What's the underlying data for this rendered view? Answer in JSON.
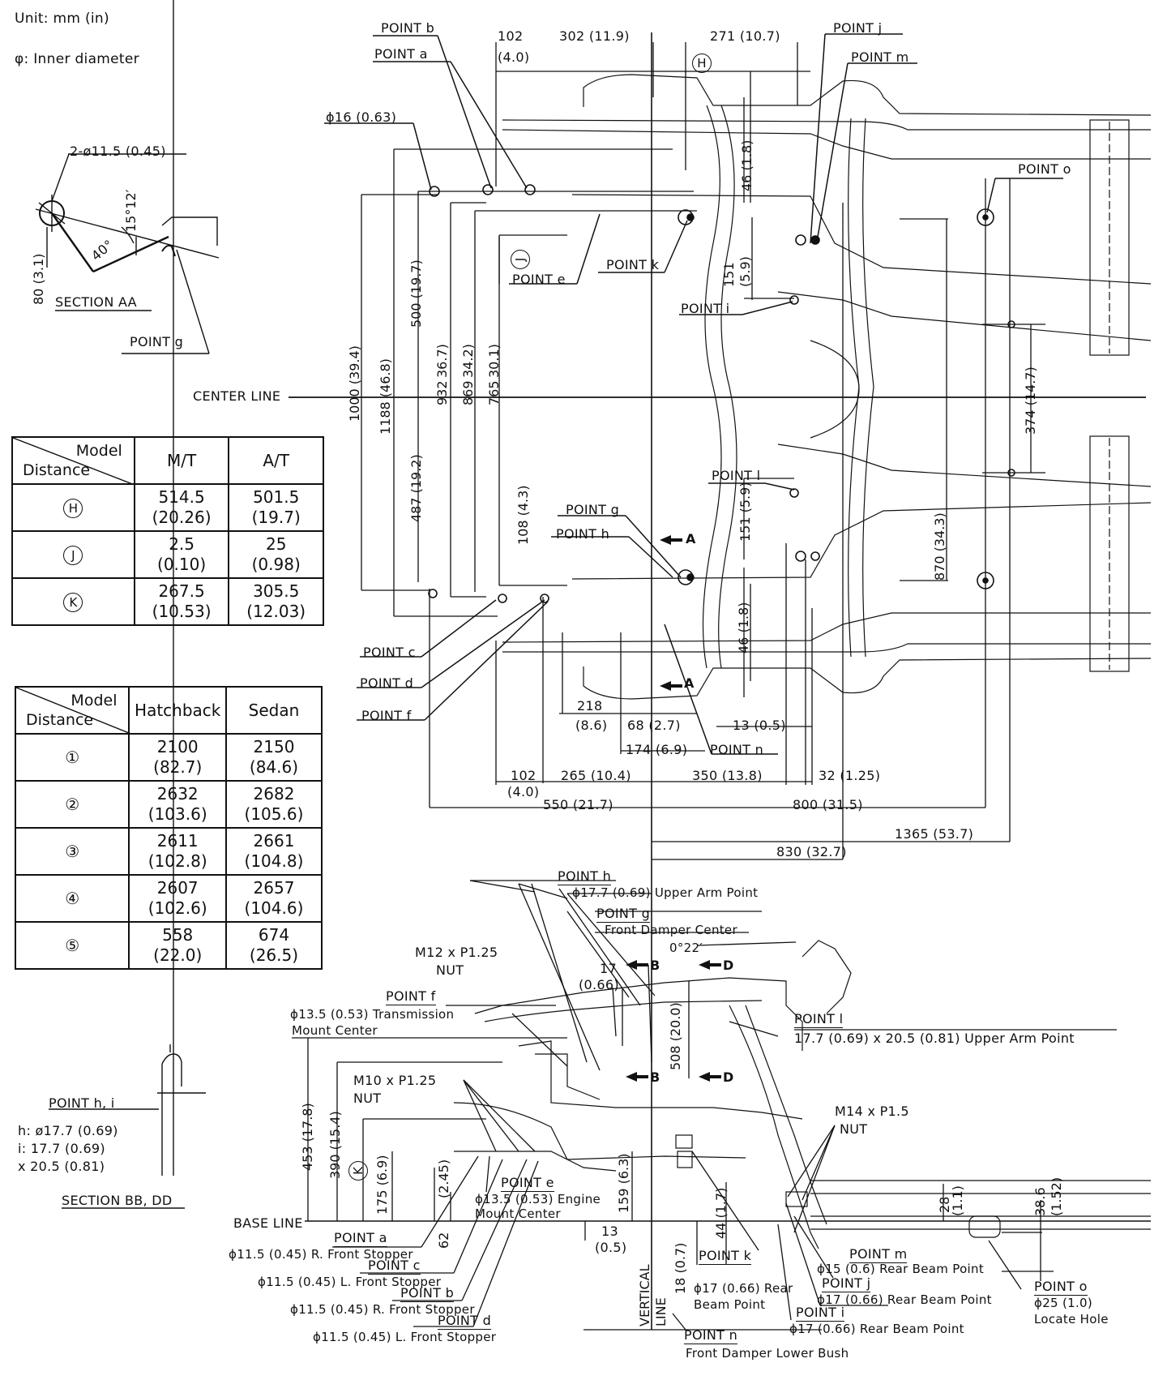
{
  "header": {
    "unit": "Unit: mm (in)",
    "phi_note": "φ: Inner diameter"
  },
  "section_aa": {
    "hole": "2-ø11.5 (0.45)",
    "angle1": "15°12′",
    "angle2": "40°",
    "dim": "80 (3.1)",
    "title": "SECTION AA",
    "point": "POINT g"
  },
  "center_line": "CENTER LINE",
  "table1": {
    "header_model": "Model",
    "header_distance": "Distance",
    "cols": [
      "M/T",
      "A/T"
    ],
    "rows": [
      {
        "key": "H",
        "mt": "514.5",
        "mt_in": "(20.26)",
        "at": "501.5",
        "at_in": "(19.7)"
      },
      {
        "key": "J",
        "mt": "2.5",
        "mt_in": "(0.10)",
        "at": "25",
        "at_in": "(0.98)"
      },
      {
        "key": "K",
        "mt": "267.5",
        "mt_in": "(10.53)",
        "at": "305.5",
        "at_in": "(12.03)"
      }
    ]
  },
  "table2": {
    "header_model": "Model",
    "header_distance": "Distance",
    "cols": [
      "Hatchback",
      "Sedan"
    ],
    "rows": [
      {
        "key": "①",
        "a": "2100",
        "a_in": "(82.7)",
        "b": "2150",
        "b_in": "(84.6)"
      },
      {
        "key": "②",
        "a": "2632",
        "a_in": "(103.6)",
        "b": "2682",
        "b_in": "(105.6)"
      },
      {
        "key": "③",
        "a": "2611",
        "a_in": "(102.8)",
        "b": "2661",
        "b_in": "(104.8)"
      },
      {
        "key": "④",
        "a": "2607",
        "a_in": "(102.6)",
        "b": "2657",
        "b_in": "(104.6)"
      },
      {
        "key": "⑤",
        "a": "558",
        "a_in": "(22.0)",
        "b": "674",
        "b_in": "(26.5)"
      }
    ]
  },
  "section_bb": {
    "point": "POINT h, i",
    "h": "h: ø17.7 (0.69)",
    "i": "i: 17.7 (0.69)",
    "i2": "x 20.5 (0.81)",
    "title": "SECTION BB, DD"
  },
  "top_dims": {
    "d102": "102",
    "d102in": "(4.0)",
    "d302": "302 (11.9)",
    "d271": "271 (10.7)",
    "phi16": "ϕ16 (0.63)",
    "d46a": "46 (1.8)",
    "d151a": "151",
    "d151ain": "(5.9)",
    "d500": "500 (19.7)",
    "d1000": "1000 (39.4)",
    "d1188": "1188 (46.8)",
    "d932": "932",
    "d36_7": "36.7)",
    "d869": "869",
    "d34_2": "34.2)",
    "d765": "765",
    "d30_1": "30.1)",
    "d487": "487 (19.2)",
    "d108": "108 (4.3)",
    "d151b": "151 (5.9)",
    "d46b": "46 (1.8)",
    "d374": "374 (14.7)",
    "d870": "870 (34.3)",
    "d218": "218",
    "d218in": "(8.6)",
    "d68": "68 (2.7)",
    "d13": "13 (0.5)",
    "d174": "174 (6.9)",
    "d102b": "102",
    "d102bin": "(4.0)",
    "d265": "265 (10.4)",
    "d350": "350 (13.8)",
    "d32": "32 (1.25)",
    "d550": "550 (21.7)",
    "d800": "800 (31.5)",
    "d1365": "1365 (53.7)",
    "d830": "830 (32.7)"
  },
  "top_points": {
    "b": "POINT b",
    "a": "POINT a",
    "j": "POINT j",
    "m": "POINT m",
    "o": "POINT o",
    "e": "POINT e",
    "k": "POINT k",
    "i": "POINT i",
    "l": "POINT l",
    "g": "POINT g",
    "h": "POINT h",
    "c": "POINT c",
    "d": "POINT d",
    "f": "POINT  f",
    "n": "POINT n",
    "H": "H",
    "J": "J",
    "A1": "A",
    "A2": "A"
  },
  "side": {
    "h_label": "POINT h",
    "h_desc": "ϕ17.7 (0.69) Upper Arm Point",
    "g_label": "POINT g",
    "g_desc": "Front Damper Center",
    "angle": "0°22′",
    "m12": "M12 x P1.25",
    "nut1": "NUT",
    "d17": "17",
    "d17in": "(0.66)",
    "B": "B",
    "D": "D",
    "f_label": "POINT f",
    "f_desc1": "ϕ13.5 (0.53) Transmission",
    "f_desc2": "Mount Center",
    "l_label": "POINT l",
    "l_desc": "17.7 (0.69) x 20.5 (0.81) Upper Arm Point",
    "d508": "508 (20.0)",
    "m10": "M10 x P1.25",
    "nut2": "NUT",
    "m14": "M14 x P1.5",
    "nut3": "NUT",
    "d453": "453 (17.8)",
    "d390": "390 (15.4)",
    "K": "K",
    "d175": "175 (6.9)",
    "d62": "62",
    "d2_45": "(2.45)",
    "e_label": "POINT e",
    "e_desc1": "ϕ13.5 (0.53) Engine",
    "e_desc2": "Mount Center",
    "d159": "159 (6.3)",
    "base_line": "BASE LINE",
    "d13": "13",
    "d13in": "(0.5)",
    "d44": "44 (1.7)",
    "d28": "28",
    "d1_1": "(1.1)",
    "d38_6": "38.6",
    "d1_52": "(1.52)",
    "a_label": "POINT a",
    "a_desc": "ϕ11.5 (0.45) R. Front Stopper",
    "c_label": "POINT c",
    "c_desc": "ϕ11.5 (0.45) L. Front Stopper",
    "b_label": "POINT b",
    "b_desc": "ϕ11.5 (0.45) R. Front Stopper",
    "d_label": "POINT d",
    "d_desc": "ϕ11.5 (0.45) L. Front Stopper",
    "vertical": "VERTICAL",
    "line": "LINE",
    "d18": "18 (0.7)",
    "k_label": "POINT k",
    "k_desc1": "ϕ17 (0.66) Rear",
    "k_desc2": "Beam Point",
    "m_label": "POINT m",
    "m_desc": "ϕ15 (0.6) Rear Beam Point",
    "j_label": "POINT j",
    "j_desc": "ϕ17 (0.66) Rear Beam Point",
    "i_label": "POINT i",
    "i_desc": "ϕ17 (0.66) Rear Beam Point",
    "o_label": "POINT o",
    "o_desc1": "ϕ25 (1.0)",
    "o_desc2": "Locate Hole",
    "n_label": "POINT n",
    "n_desc": "Front Damper Lower Bush"
  }
}
